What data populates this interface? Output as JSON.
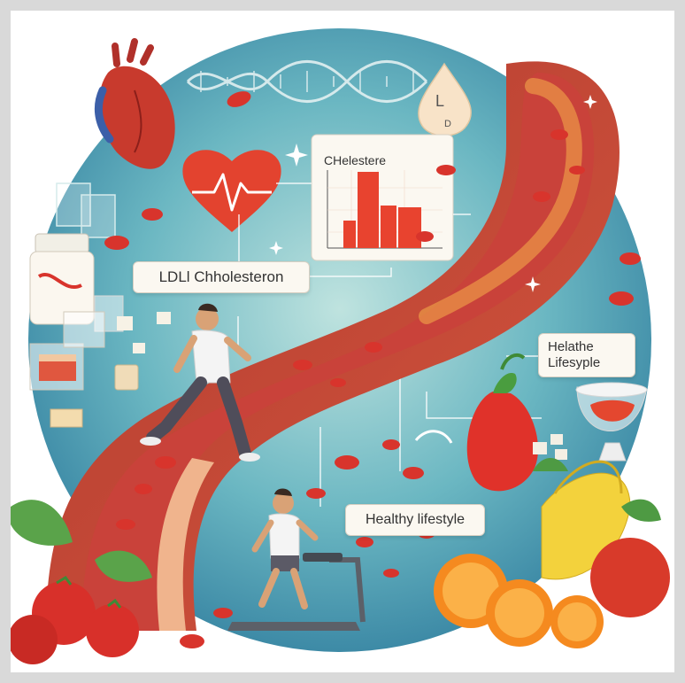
{
  "labels": {
    "ldl": "LDLl Chholesteron",
    "lifestyle_line1": "Helathe",
    "lifestyle_line2": "Lifesyple",
    "healthy_lifestyle": "Healthy lifestyle",
    "chart_title": "CHelestere",
    "drop_letter_main": "L",
    "drop_letter_small": "D"
  },
  "colors": {
    "background_circle": "#4aa7b6",
    "artery_wall": "#c94a3d",
    "artery_inner": "#f1b48c",
    "blood_cell": "#d8342c",
    "chart_bar": "#e8432f"
  },
  "icons": [
    "heart-organ-icon",
    "heartbeat-heart-icon",
    "dna-helix-icon",
    "droplet-icon",
    "supplement-jar-icon",
    "runner-figure",
    "treadmill-runner-figure",
    "fruit-icon",
    "bowl-icon"
  ]
}
